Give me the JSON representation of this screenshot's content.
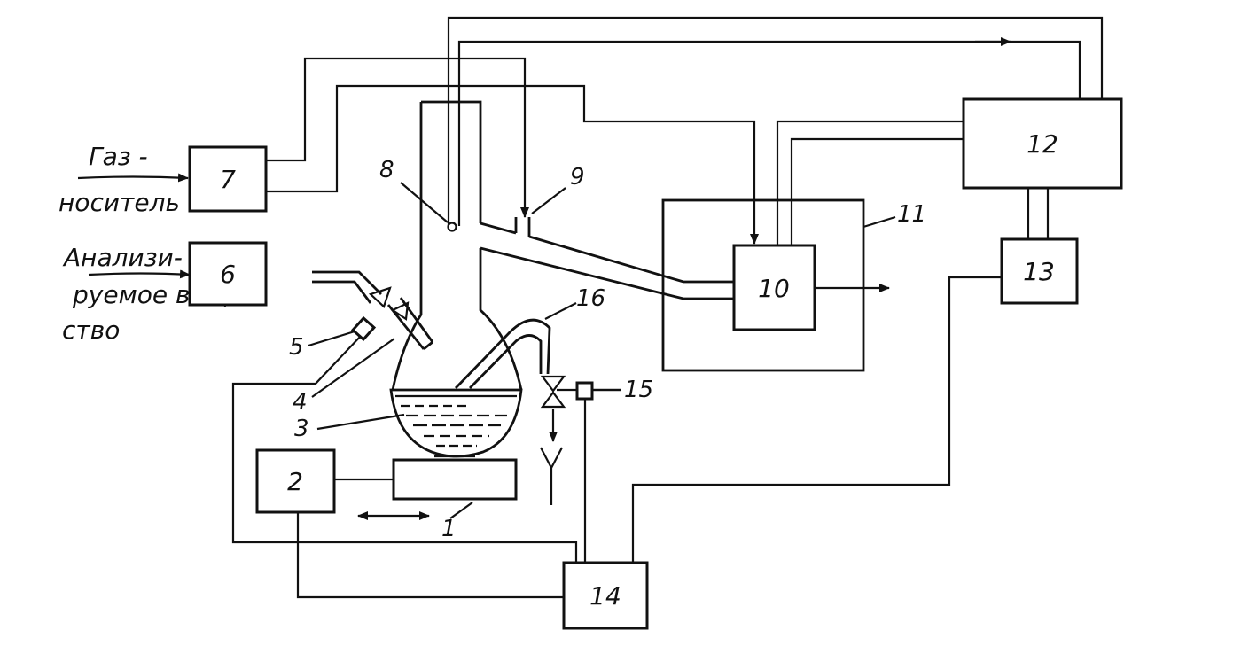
{
  "inputs": {
    "carrier_gas_line1": "Газ -",
    "carrier_gas_line2": "носитель",
    "analyte_line1": "Анализи-",
    "analyte_line2": "руемое веще",
    "analyte_line3": "ство"
  },
  "blocks": {
    "b2": "2",
    "b6": "6",
    "b7": "7",
    "b10": "10",
    "b12": "12",
    "b13": "13",
    "b14": "14"
  },
  "callouts": {
    "c1": "1",
    "c3": "3",
    "c4": "4",
    "c5": "5",
    "c8": "8",
    "c9": "9",
    "c11": "11",
    "c15": "15",
    "c16": "16"
  }
}
